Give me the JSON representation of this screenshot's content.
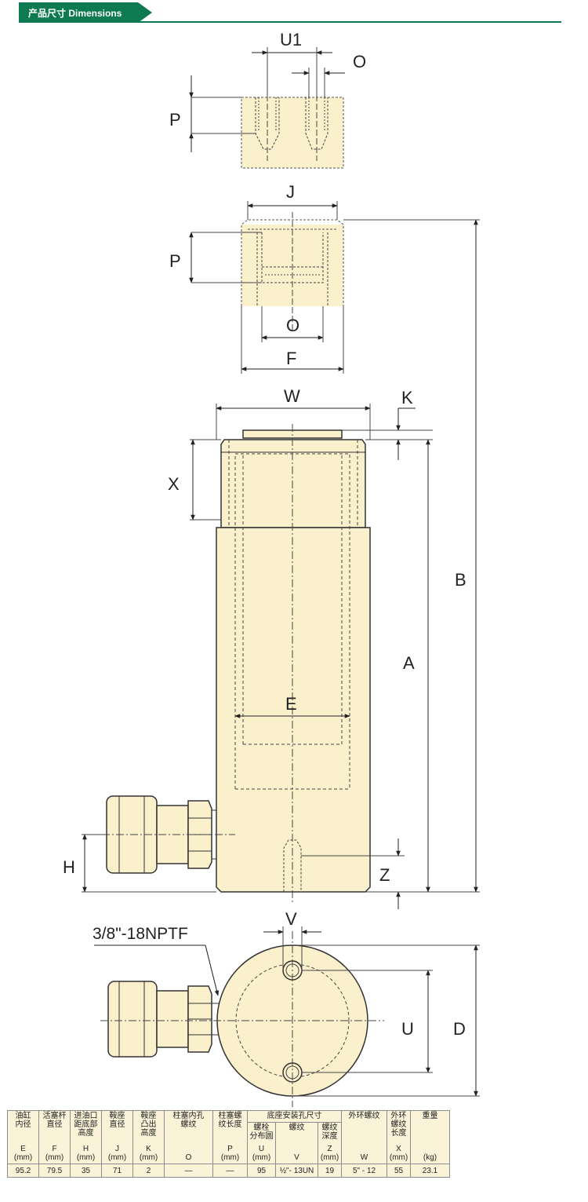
{
  "header": {
    "title": "产品尺寸 Dimensions"
  },
  "colors": {
    "accent": "#0e7a52",
    "body_fill": "#fbf0cc",
    "table_fill": "#fbf3d8"
  },
  "drawing": {
    "labels": {
      "u1": "U1",
      "o_top": "O",
      "p_top": "P",
      "j": "J",
      "p_mid": "P",
      "o_mid": "O",
      "f": "F",
      "w": "W",
      "k": "K",
      "x": "X",
      "b": "B",
      "a": "A",
      "e": "E",
      "h": "H",
      "z": "Z",
      "port": "3/8\"-18NPTF",
      "v": "V",
      "u": "U",
      "d": "D"
    }
  },
  "table": {
    "columns": [
      {
        "label": "油缸\n内径",
        "symbol": "E\n(mm)"
      },
      {
        "label": "活塞杆\n直径",
        "symbol": "F\n(mm)"
      },
      {
        "label": "进油口\n距底部\n高度",
        "symbol": "H\n(mm)"
      },
      {
        "label": "鞍座\n直径",
        "symbol": "J\n(mm)"
      },
      {
        "label": "鞍座\n凸出\n高度",
        "symbol": "K\n(mm)"
      },
      {
        "label": "柱塞内孔\n螺纹",
        "symbol": "O"
      },
      {
        "label": "柱塞螺\n纹长度",
        "symbol": "P\n(mm)"
      },
      {
        "label": "底座安装孔尺寸",
        "symbol": ""
      },
      {
        "label": "外环螺纹",
        "symbol": "W"
      },
      {
        "label": "外环\n螺纹\n长度",
        "symbol": "X\n(mm)"
      },
      {
        "label": "重量",
        "symbol": "(kg)"
      }
    ],
    "sub_columns": [
      {
        "label": "螺栓\n分布圆",
        "symbol": "U\n(mm)"
      },
      {
        "label": "螺纹",
        "symbol": "V"
      },
      {
        "label": "螺纹\n深度",
        "symbol": "Z\n(mm)"
      }
    ],
    "values": [
      "95.2",
      "79.5",
      "35",
      "71",
      "2",
      "—",
      "—",
      "95",
      "½\"- 13UN",
      "19",
      "5\" - 12",
      "55",
      "23.1"
    ]
  }
}
